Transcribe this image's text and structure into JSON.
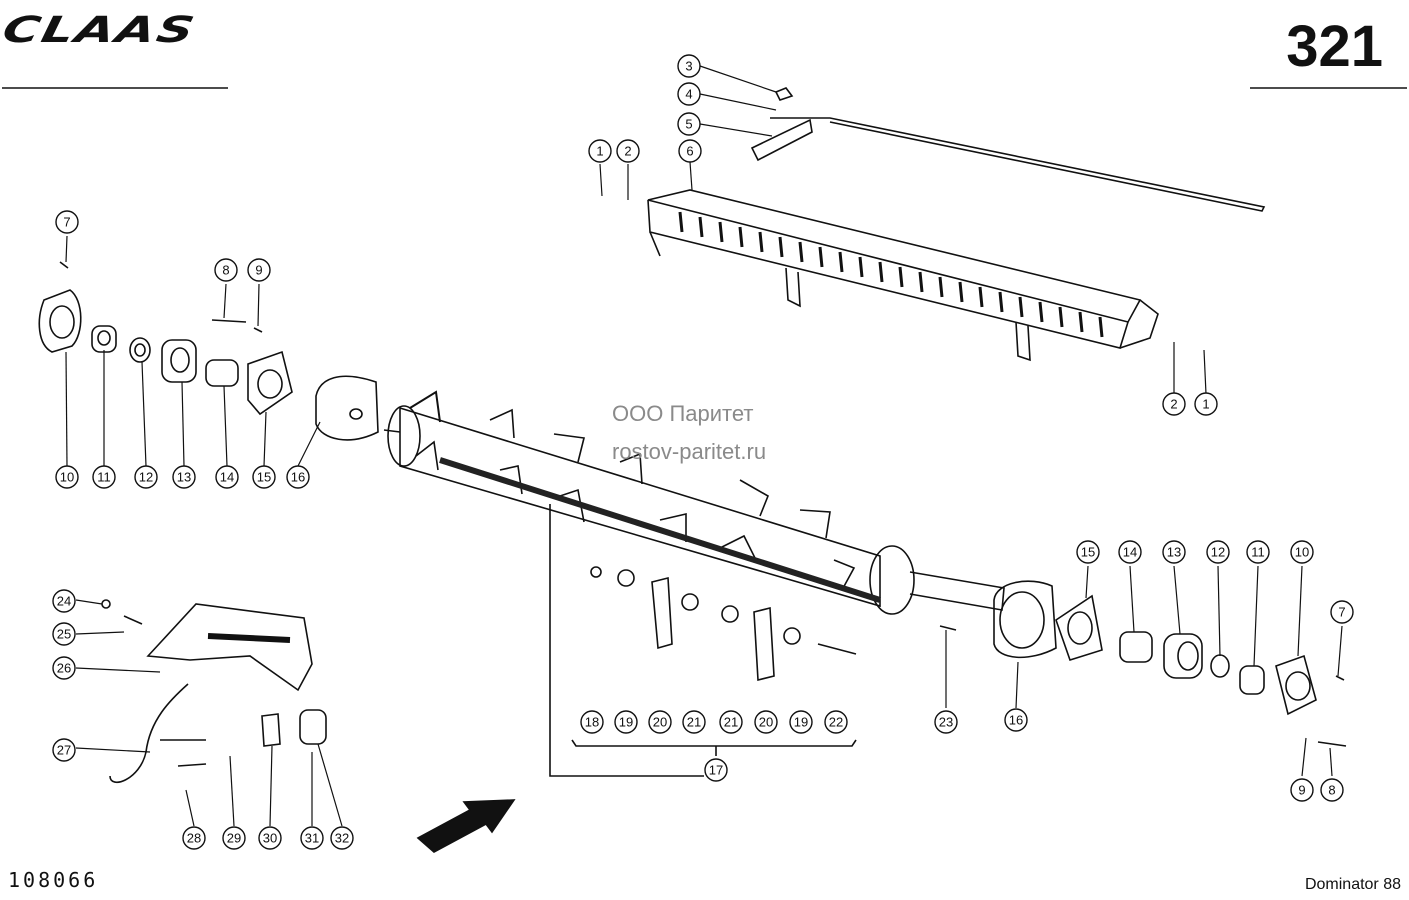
{
  "header": {
    "brand": "CLAAS",
    "page_number": "321"
  },
  "footer": {
    "document_number": "108066",
    "model": "Dominator 88"
  },
  "watermark": {
    "company": "ООО Паритет",
    "website": "rostov-paritet.ru"
  },
  "callouts": [
    {
      "n": "3",
      "name": "callout-3"
    },
    {
      "n": "4",
      "name": "callout-4"
    },
    {
      "n": "5",
      "name": "callout-5"
    },
    {
      "n": "1",
      "name": "callout-1-top"
    },
    {
      "n": "2",
      "name": "callout-2-top"
    },
    {
      "n": "6",
      "name": "callout-6"
    },
    {
      "n": "7",
      "name": "callout-7-left"
    },
    {
      "n": "8",
      "name": "callout-8-left"
    },
    {
      "n": "9",
      "name": "callout-9-left"
    },
    {
      "n": "10",
      "name": "callout-10-left"
    },
    {
      "n": "11",
      "name": "callout-11-left"
    },
    {
      "n": "12",
      "name": "callout-12-left"
    },
    {
      "n": "13",
      "name": "callout-13-left"
    },
    {
      "n": "14",
      "name": "callout-14-left"
    },
    {
      "n": "15",
      "name": "callout-15-left"
    },
    {
      "n": "16",
      "name": "callout-16-left"
    },
    {
      "n": "2",
      "name": "callout-2-right"
    },
    {
      "n": "1",
      "name": "callout-1-right"
    },
    {
      "n": "24",
      "name": "callout-24"
    },
    {
      "n": "25",
      "name": "callout-25"
    },
    {
      "n": "26",
      "name": "callout-26"
    },
    {
      "n": "27",
      "name": "callout-27"
    },
    {
      "n": "28",
      "name": "callout-28"
    },
    {
      "n": "29",
      "name": "callout-29"
    },
    {
      "n": "30",
      "name": "callout-30"
    },
    {
      "n": "31",
      "name": "callout-31"
    },
    {
      "n": "32",
      "name": "callout-32"
    },
    {
      "n": "18",
      "name": "callout-18"
    },
    {
      "n": "19",
      "name": "callout-19-a"
    },
    {
      "n": "20",
      "name": "callout-20-a"
    },
    {
      "n": "21",
      "name": "callout-21-a"
    },
    {
      "n": "21",
      "name": "callout-21-b"
    },
    {
      "n": "20",
      "name": "callout-20-b"
    },
    {
      "n": "19",
      "name": "callout-19-b"
    },
    {
      "n": "22",
      "name": "callout-22"
    },
    {
      "n": "17",
      "name": "callout-17"
    },
    {
      "n": "23",
      "name": "callout-23"
    },
    {
      "n": "16",
      "name": "callout-16-right"
    },
    {
      "n": "15",
      "name": "callout-15-right"
    },
    {
      "n": "14",
      "name": "callout-14-right"
    },
    {
      "n": "13",
      "name": "callout-13-right"
    },
    {
      "n": "12",
      "name": "callout-12-right"
    },
    {
      "n": "11",
      "name": "callout-11-right"
    },
    {
      "n": "10",
      "name": "callout-10-right"
    },
    {
      "n": "7",
      "name": "callout-7-right"
    },
    {
      "n": "9",
      "name": "callout-9-right"
    },
    {
      "n": "8",
      "name": "callout-8-right"
    }
  ]
}
